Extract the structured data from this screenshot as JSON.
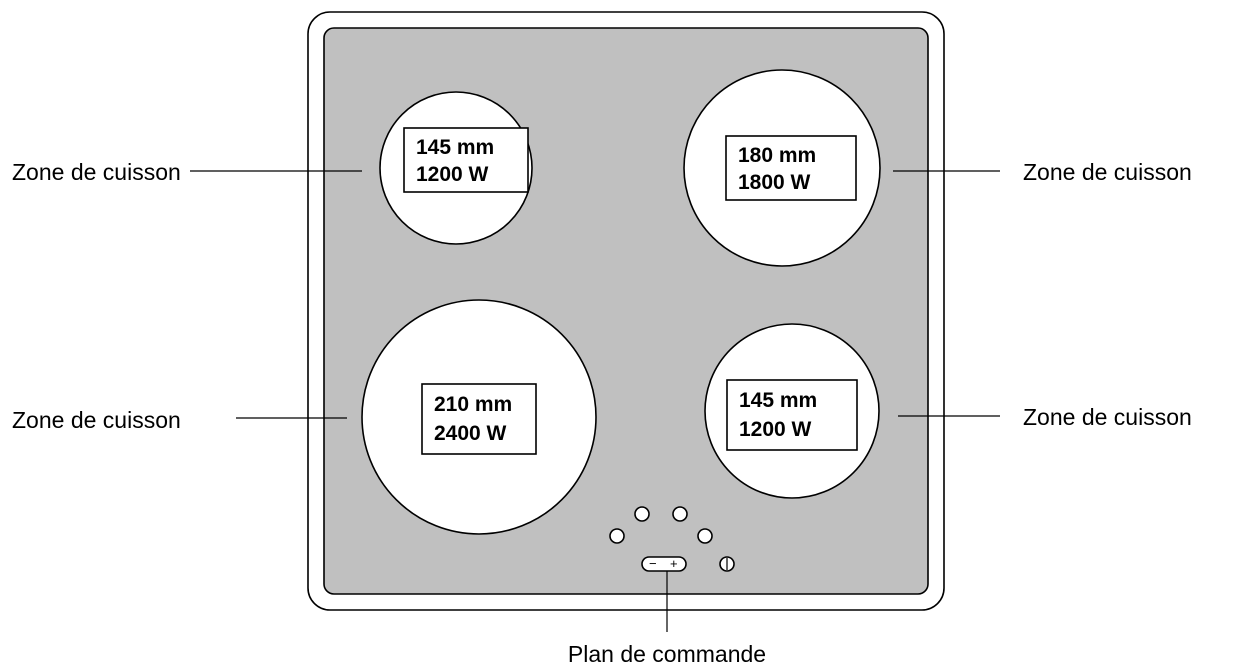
{
  "colors": {
    "glass": "#c0c0c0",
    "zone": "#ffffff",
    "frame": "#ffffff",
    "line": "#000000"
  },
  "labels": {
    "zone_top_left": "Zone de cuisson",
    "zone_top_right": "Zone de cuisson",
    "zone_bottom_left": "Zone de cuisson",
    "zone_bottom_right": "Zone de cuisson",
    "control_panel": "Plan de commande"
  },
  "zones": {
    "top_left": {
      "diameter": "145 mm",
      "power": "1200 W"
    },
    "top_right": {
      "diameter": "180 mm",
      "power": "1800 W"
    },
    "bottom_left": {
      "diameter": "210 mm",
      "power": "2400 W"
    },
    "bottom_right": {
      "diameter": "145 mm",
      "power": "1200 W"
    }
  },
  "controls": {
    "slider_minus": "−",
    "slider_plus": "+",
    "power_icon": "power-icon"
  }
}
